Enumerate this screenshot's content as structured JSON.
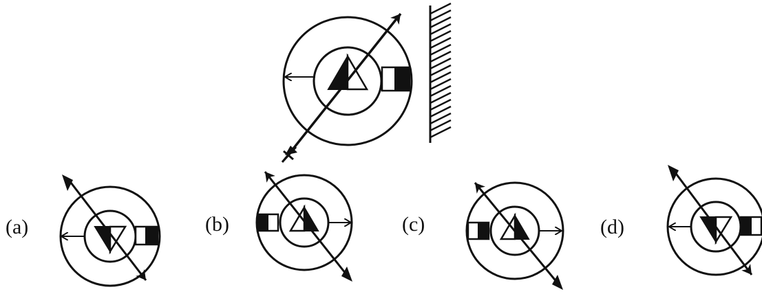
{
  "options": [
    {
      "label": "(a)"
    },
    {
      "label": "(b)"
    },
    {
      "label": "(c)"
    },
    {
      "label": "(d)"
    }
  ],
  "colors": {
    "ink": "#111111",
    "paper": "#ffffff"
  }
}
